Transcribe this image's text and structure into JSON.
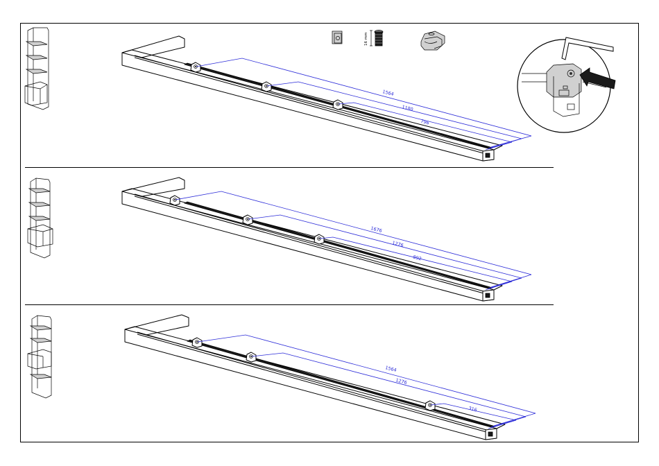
{
  "hardware": {
    "screw_length_label": "16 mm"
  },
  "panels": [
    {
      "id": "panel-1",
      "dimensions": [
        "1564",
        "1180",
        "796"
      ]
    },
    {
      "id": "panel-2",
      "dimensions": [
        "1676",
        "1276",
        "892"
      ]
    },
    {
      "id": "panel-3",
      "dimensions": [
        "1564",
        "1276",
        "316"
      ]
    }
  ]
}
